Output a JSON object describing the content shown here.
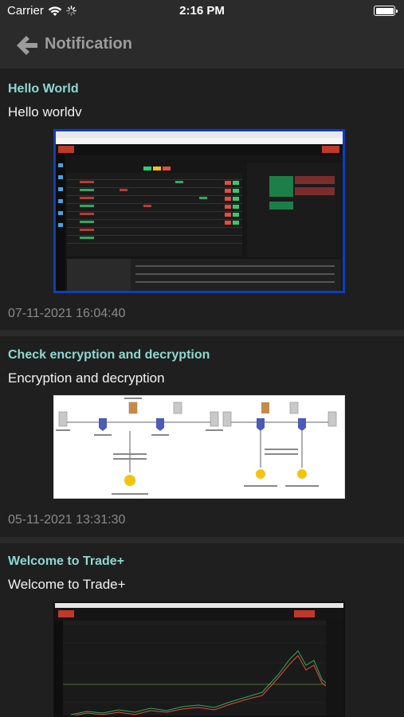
{
  "status_bar": {
    "carrier": "Carrier",
    "time": "2:16 PM"
  },
  "nav": {
    "title": "Notification"
  },
  "notifications": [
    {
      "title": "Hello World",
      "body": "Hello worldv",
      "date": "07-11-2021 16:04:40",
      "image": "trading-terminal-screenshot"
    },
    {
      "title": "Check encryption and decryption",
      "body": "Encryption and decryption",
      "date": "05-11-2021 13:31:30",
      "image": "encryption-diagram"
    },
    {
      "title": "Welcome to Trade+",
      "body": "Welcome to Trade+",
      "image": "candlestick-chart-screenshot"
    }
  ],
  "colors": {
    "title": "#8fd8d2",
    "background": "#1f1f1f",
    "bar": "#2b2b2b"
  }
}
